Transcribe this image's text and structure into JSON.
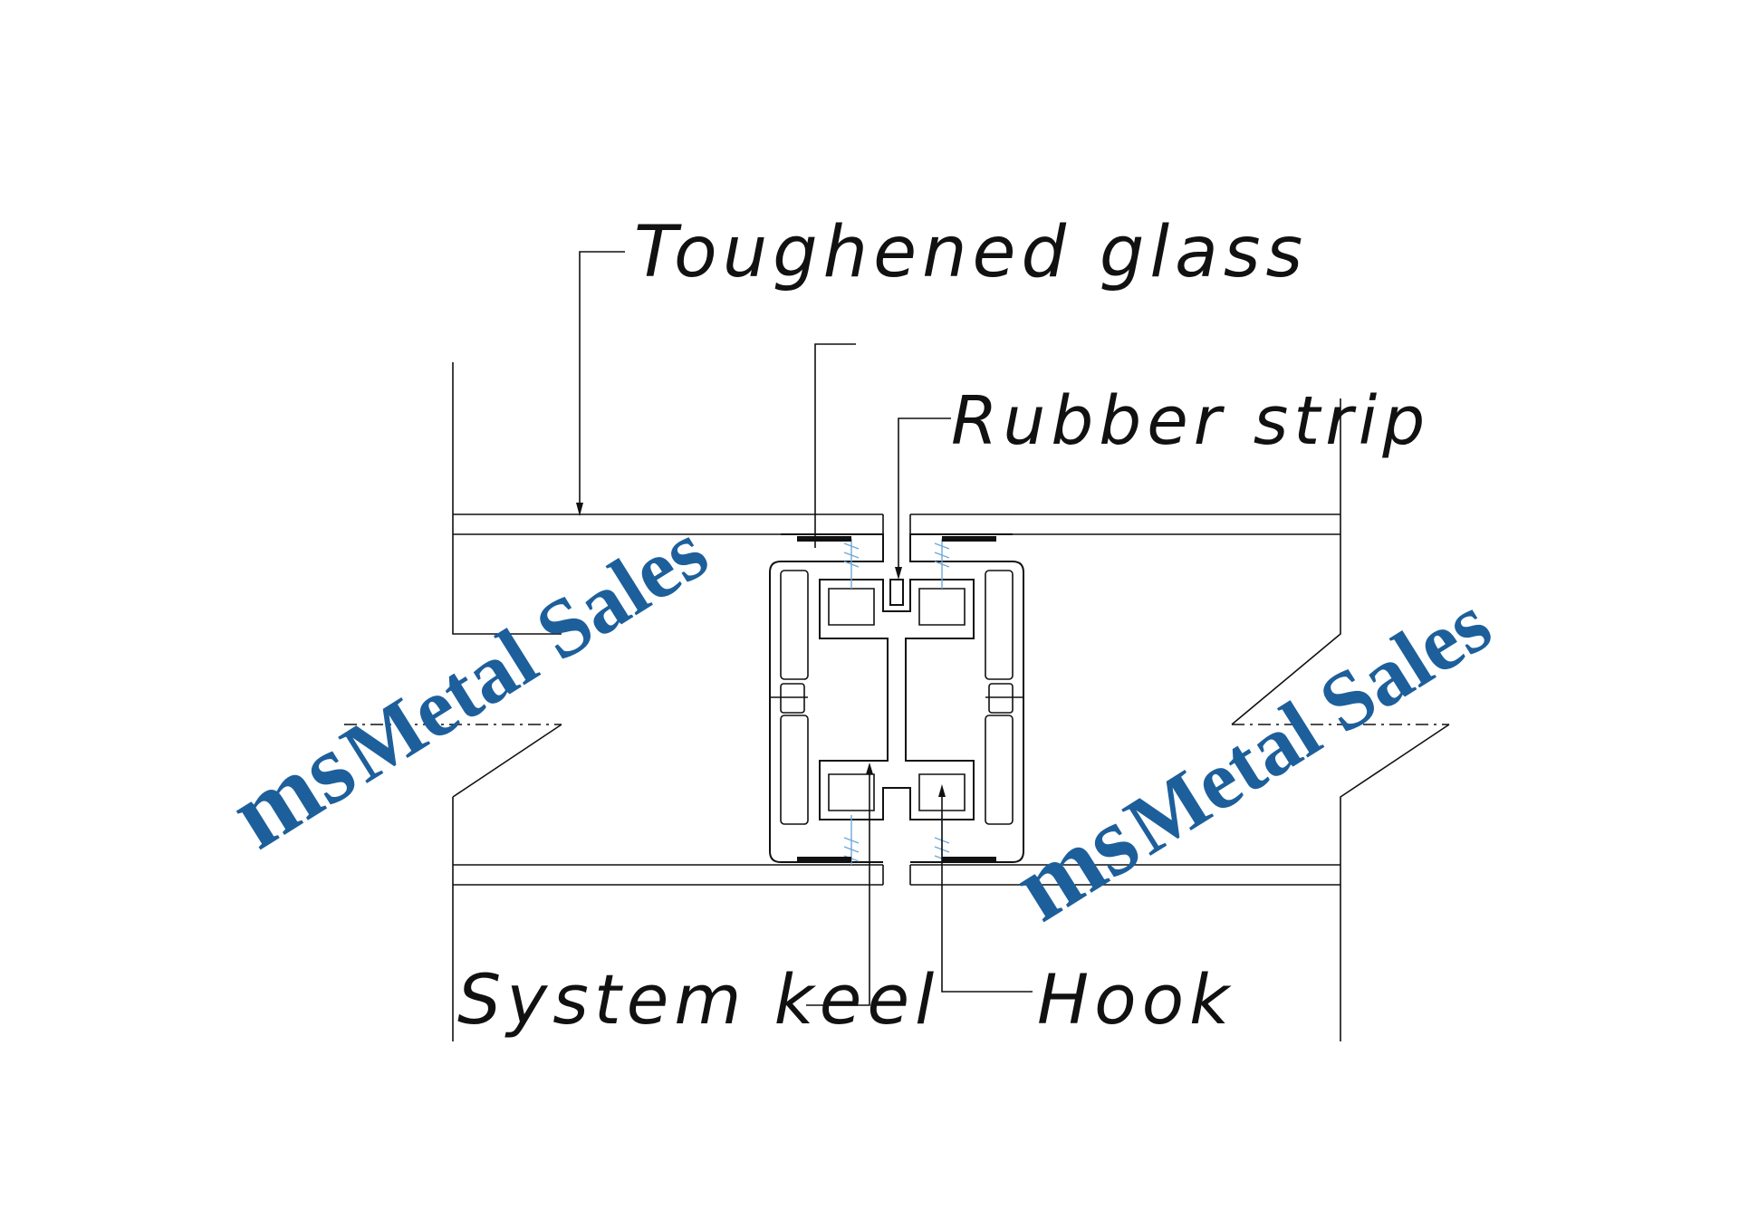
{
  "labels": {
    "toughened_glass": "Toughened glass",
    "rubber_strip": "Rubber strip",
    "system_keel": "System keel",
    "hook": "Hook"
  },
  "watermark": {
    "logo": "ms",
    "text": "Metal Sales",
    "color": "#1d5f9b"
  },
  "colors": {
    "line": "#111111",
    "screw": "#6fa8d6",
    "background": "#ffffff"
  }
}
